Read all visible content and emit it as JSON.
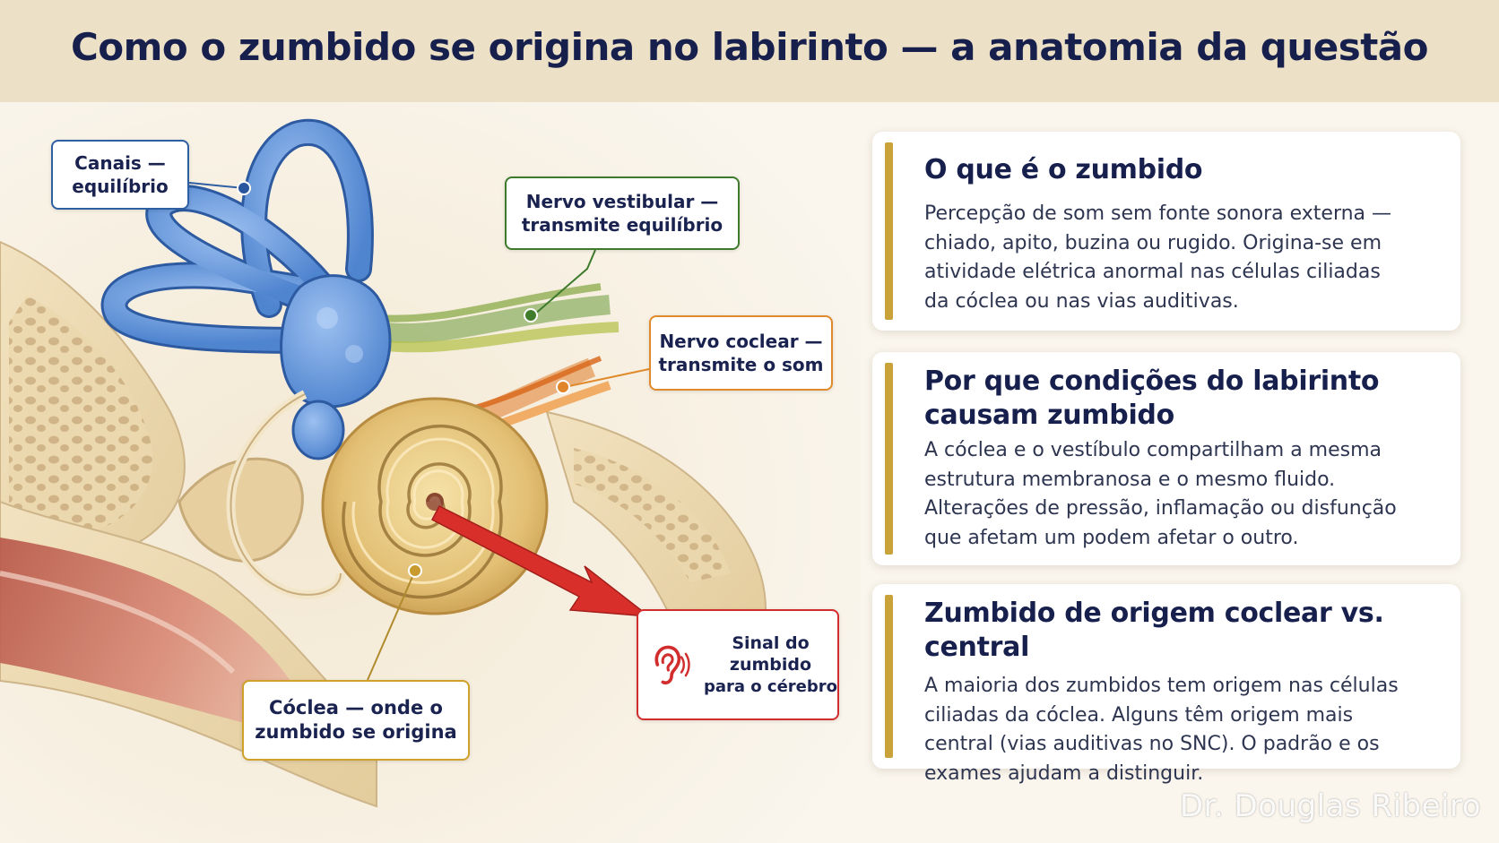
{
  "title": "Como o zumbido se origina no labirinto — a anatomia da questão",
  "labels": {
    "canais": [
      "Canais —",
      "equilíbrio"
    ],
    "nervo_vestibular": [
      "Nervo vestibular —",
      "transmite equilíbrio"
    ],
    "nervo_coclear": [
      "Nervo coclear —",
      "transmite o som"
    ],
    "coclea": [
      "Cóclea — onde o",
      "zumbido se origina"
    ],
    "sinal": [
      "Sinal do",
      "zumbido",
      "para o cérebro"
    ]
  },
  "cards": [
    {
      "heading": [
        "O que é o zumbido"
      ],
      "body": [
        "Percepção de som sem fonte sonora externa —",
        "chiado, apito, buzina ou rugido. Origina-se em",
        "atividade elétrica anormal nas células ciliadas",
        "da cóclea ou nas vias auditivas."
      ]
    },
    {
      "heading": [
        "Por que condições do labirinto",
        "causam zumbido"
      ],
      "body": [
        "A cóclea e o vestíbulo compartilham a mesma",
        "estrutura membranosa e o mesmo fluido.",
        "Alterações de pressão, inflamação ou disfunção",
        "que afetam um podem afetar o outro."
      ]
    },
    {
      "heading": [
        "Zumbido de origem coclear vs. central"
      ],
      "body": [
        "A maioria dos zumbidos tem origem nas células",
        "ciliadas da cóclea. Alguns têm origem mais",
        "central (vias auditivas no SNC). O padrão e os",
        "exames ajudam a distinguir."
      ]
    }
  ],
  "watermark": "Dr. Douglas Ribeiro",
  "colors": {
    "header_bg": "#ece0c6",
    "title_text": "#17204d",
    "canais_blue": "#2f5fa3",
    "vestibular_green": "#3d7a2c",
    "coclear_orange": "#e08a2c",
    "coclea_gold": "#cfa12a",
    "signal_red": "#d12d2d",
    "card_accent": "#c9a23a"
  },
  "icons": [
    "ear-sound-icon",
    "signal-arrow-icon"
  ]
}
